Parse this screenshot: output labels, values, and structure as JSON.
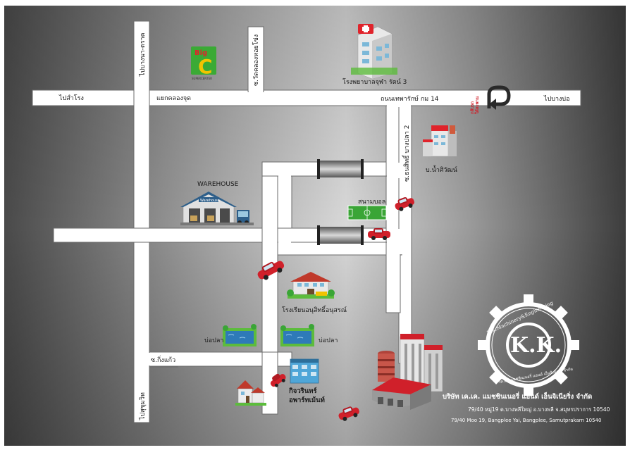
{
  "roads": {
    "to_samrong": "ไปสำโรง",
    "khlong_chut_junction": "แยกคลองจุด",
    "to_bang_na_trat": "ไปบางนา-ตราด",
    "soi_wat_khlong_mo": "ซ.วัดคลองหอยโข่ง",
    "thepharak_km14": "ถนนเทพารักษ์ กม 14",
    "to_bang_bo": "ไปบางบ่อ",
    "soi_kingkaew": "ซ.กิ่งแก้ว",
    "soi_thanasit": "ซ.ธนสิทธิ์ บางปลา 2",
    "to_sukhumvit": "ไปสุขุมวิท",
    "u_turn_note": "กลับรถ\nใต้สะพาน"
  },
  "landmarks": {
    "hospital": "โรงพยาบาลจุฬา รัตน์ 3",
    "company_building": "บ.น้ำศิวัฒน์",
    "warehouse_title": "WAREHOUSE",
    "warehouse_sign": "Warehouse",
    "football_field": "สนามบอล",
    "school": "โรงเรียนอนุสิทธิ์อนุสรณ์",
    "fish_pond_left": "บ่อปลา",
    "fish_pond_right": "บ่อปลา",
    "apartment": "กิจวรินทร์\nอพาร์ทเม้นท์",
    "bigc_logo": "Big C",
    "bigc_tag": "SUPERCENTER"
  },
  "company": {
    "name_th": "บริษัท เค.เค. แมชชินเนอรี่ แอนด์ เอ็นจิเนียริ่ง จำกัด",
    "address_th": "79/40 หมู่19 ต.บางพลีใหญ่ อ.บางพลี จ.สมุทรปราการ 10540",
    "address_en": "79/40 Moo 19, Bangplee Yai, Bangplee, Samutprakarn 10540",
    "logo_text": "K.K.",
    "logo_ring_top": "K.K.Machinery&Engineering",
    "logo_ring_bottom": "เค.เค. แมชชินเนอรี่ แอนด์ เอ็นจิเนียริ่ง จำกัด"
  },
  "colors": {
    "road": "#ffffff",
    "road_edge": "#6b6b6b",
    "accent_red": "#d0202a",
    "grass": "#5cbc3c",
    "water": "#2e7ab8"
  }
}
